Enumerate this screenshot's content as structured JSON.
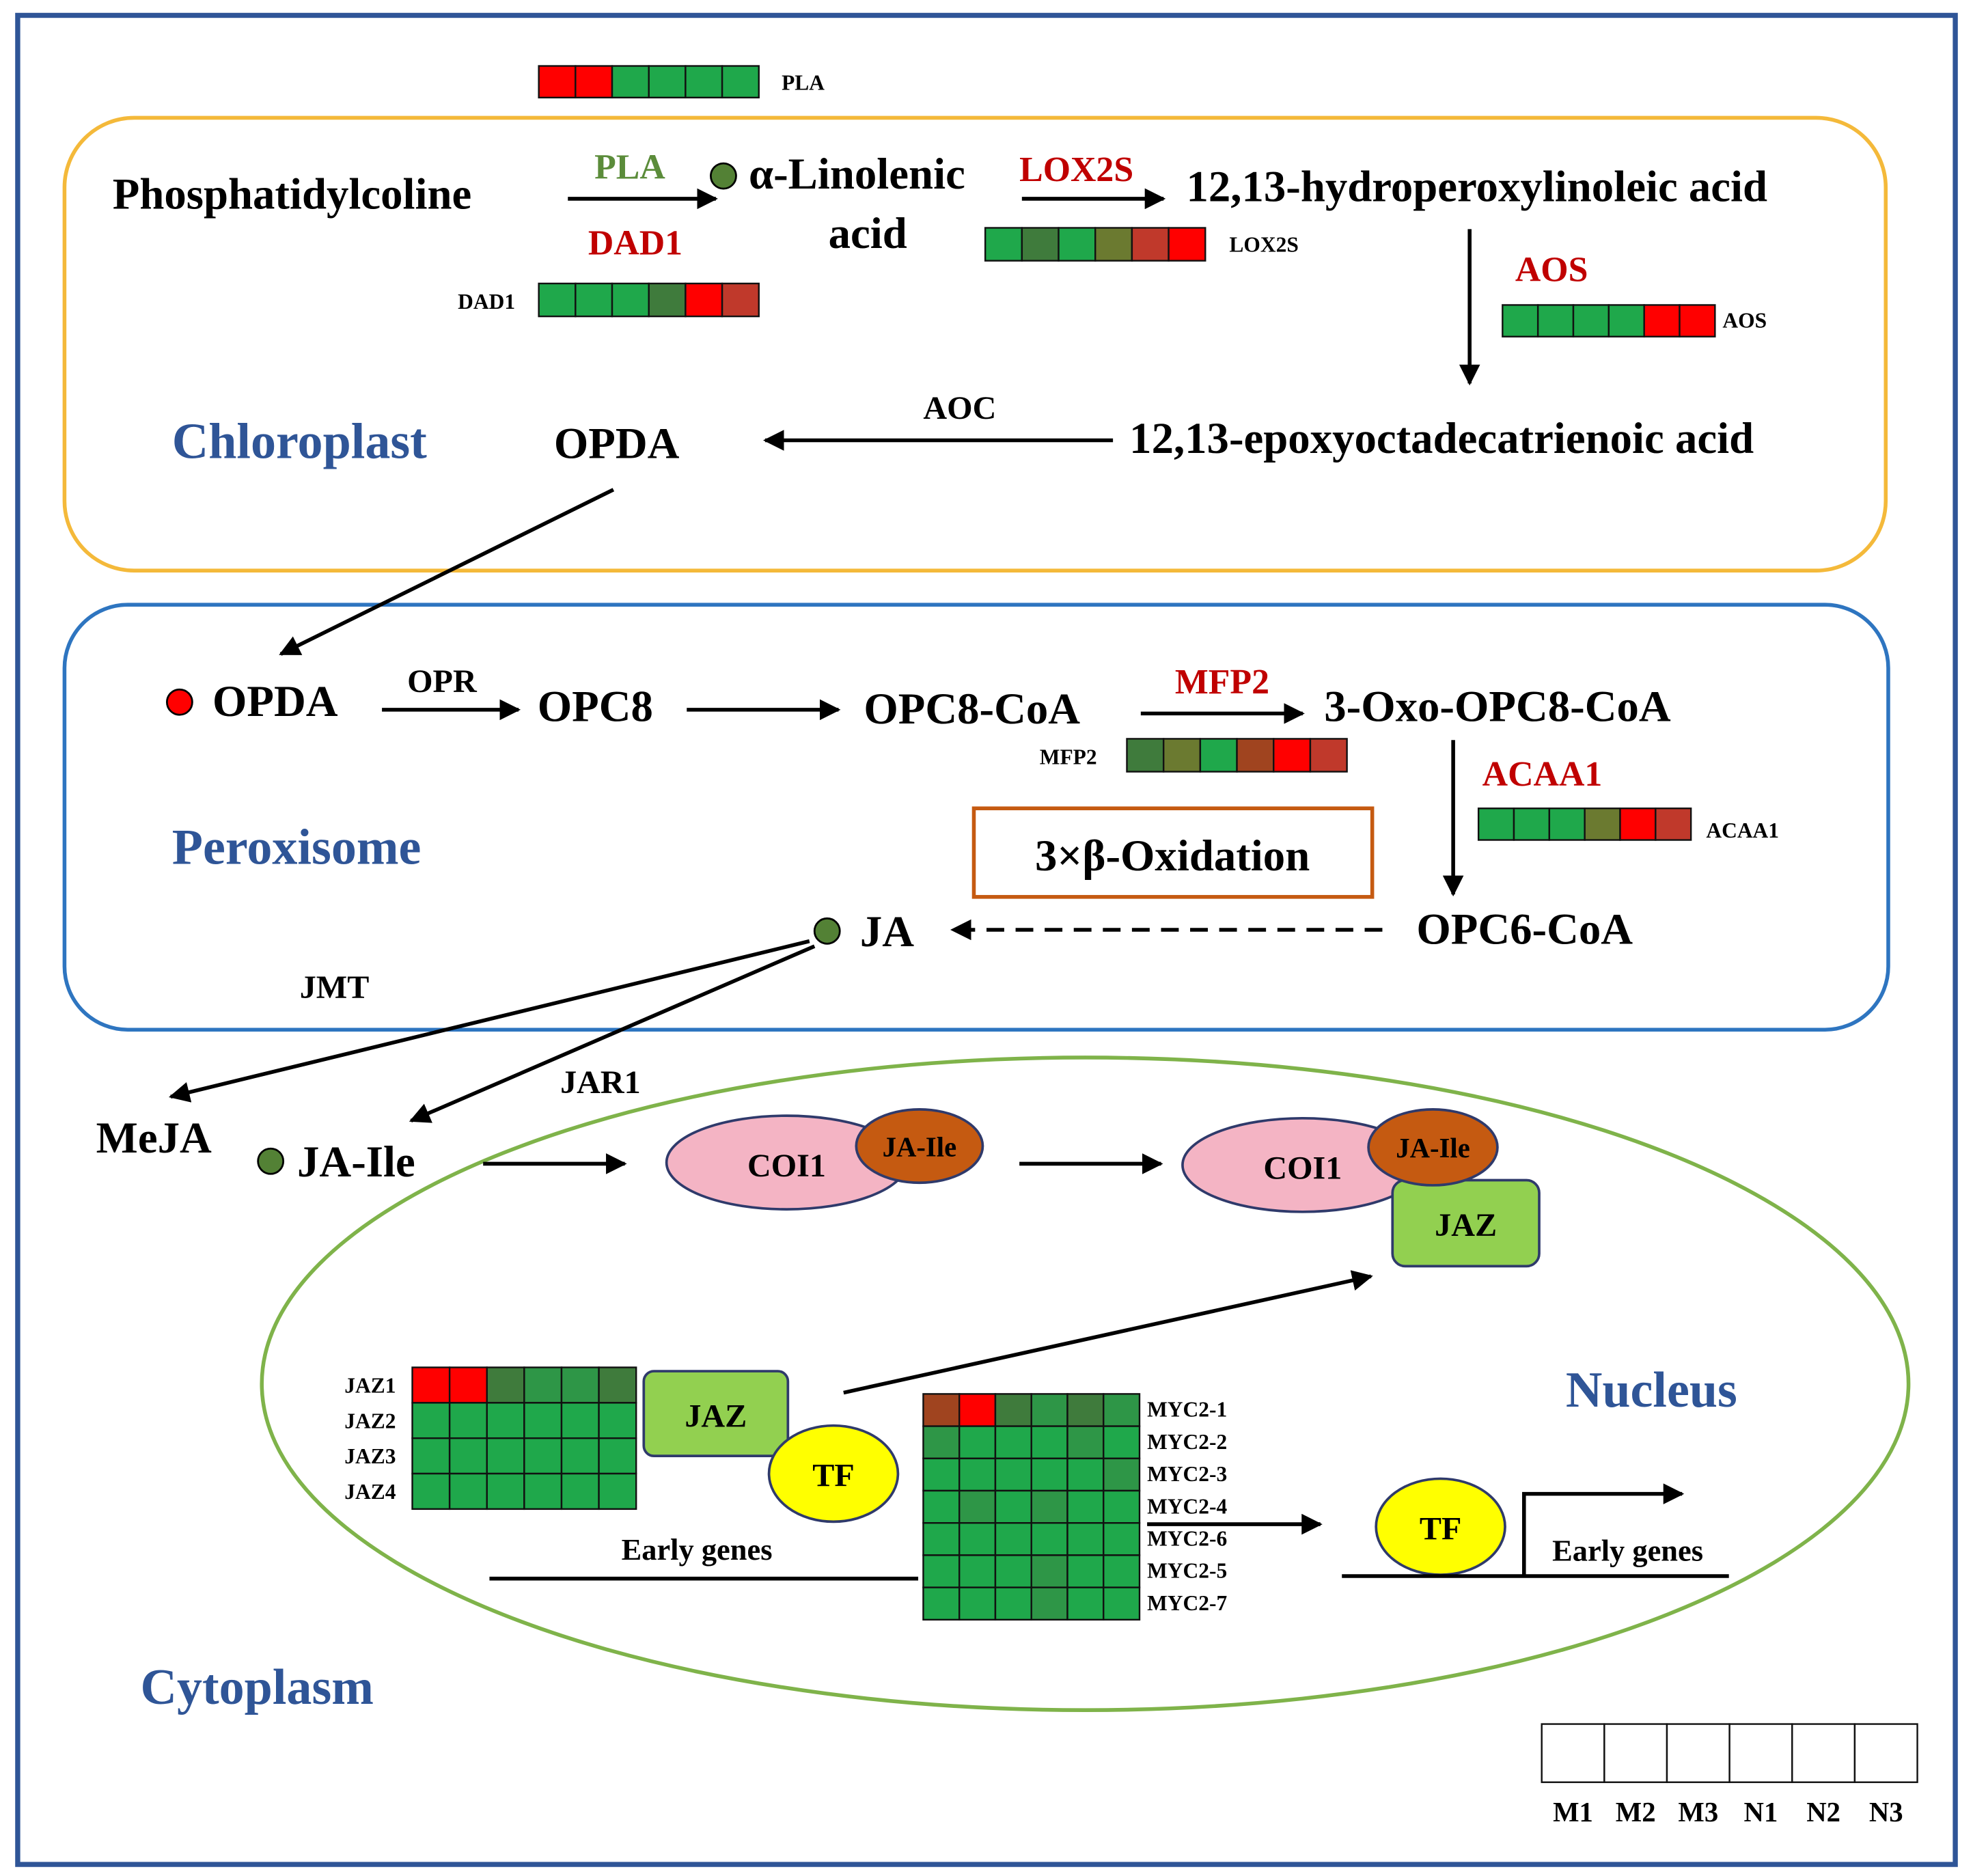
{
  "colors": {
    "frame": "#2f5597",
    "chloroplast": "#f4b93a",
    "peroxisome": "#2e75c0",
    "nucleus": "#7fb34a",
    "region_label": "#2f5597",
    "enzyme_red": "#c00000",
    "enzyme_green": "#5b8c3a",
    "oxidation_box": "#c55a11",
    "coi1": "#f4b4c4",
    "jaile": "#c55a11",
    "jaz": "#92d050",
    "tf": "#ffff00",
    "dot_green": "#538135",
    "dot_red": "#ff0000"
  },
  "heat_colors": {
    "R": "#ff0000",
    "r": "#c0392b",
    "B": "#a0441f",
    "G": "#1fa84b",
    "g": "#2e9647",
    "d": "#3f7b3c",
    "o": "#6b7a30"
  },
  "regions": {
    "chloroplast": "Chloroplast",
    "peroxisome": "Peroxisome",
    "nucleus": "Nucleus",
    "cytoplasm": "Cytoplasm"
  },
  "metabolites": {
    "phosphatidylcholine": "Phosphatidylcoline",
    "linolenic_1": "α-Linolenic",
    "linolenic_2": "acid",
    "hydroperoxy": "12,13-hydroperoxylinoleic acid",
    "epoxy": "12,13-epoxyoctadecatrienoic acid",
    "opda_chloro": "OPDA",
    "opda_perox": "OPDA",
    "opc8": "OPC8",
    "opc8coa": "OPC8-CoA",
    "oxo": "3-Oxo-OPC8-CoA",
    "opc6coa": "OPC6-CoA",
    "ja": "JA",
    "meja": "MeJA",
    "jaile": "JA-Ile"
  },
  "enzymes": {
    "pla": "PLA",
    "dad1": "DAD1",
    "lox2s": "LOX2S",
    "aos": "AOS",
    "aoc": "AOC",
    "opr": "OPR",
    "mfp2": "MFP2",
    "acaa1": "ACAA1",
    "jmt": "JMT",
    "jar1": "JAR1",
    "oxidation": "3×β-Oxidation"
  },
  "proteins": {
    "coi1": "COI1",
    "jaile": "JA-Ile",
    "jaz": "JAZ",
    "tf": "TF",
    "early_genes": "Early genes"
  },
  "heatmaps": {
    "pla": {
      "label": "PLA",
      "cells": "RRGGGG"
    },
    "dad1": {
      "label": "DAD1",
      "cells": "GGGdRr"
    },
    "lox2s": {
      "label": "LOX2S",
      "cells": "GdGorR"
    },
    "aos": {
      "label": "AOS",
      "cells": "GGGGRR"
    },
    "mfp2": {
      "label": "MFP2",
      "cells": "doGBRr"
    },
    "acaa1": {
      "label": "ACAA1",
      "cells": "GGGoRr"
    },
    "jaz": {
      "labels": [
        "JAZ1",
        "JAZ2",
        "JAZ3",
        "JAZ4"
      ],
      "rows": [
        "RRdggd",
        "GGGGGG",
        "GGGGGG",
        "GGGGGG"
      ]
    },
    "myc": {
      "labels": [
        "MYC2-1",
        "MYC2-2",
        "MYC2-3",
        "MYC2-4",
        "MYC2-6",
        "MYC2-5",
        "MYC2-7"
      ],
      "rows": [
        "BRdgdg",
        "gGGGgG",
        "GGGGGg",
        "GgGgGG",
        "GGGGGG",
        "GGGgGG",
        "GGGgGG"
      ]
    }
  },
  "legend": {
    "labels": [
      "M1",
      "M2",
      "M3",
      "N1",
      "N2",
      "N3"
    ]
  }
}
